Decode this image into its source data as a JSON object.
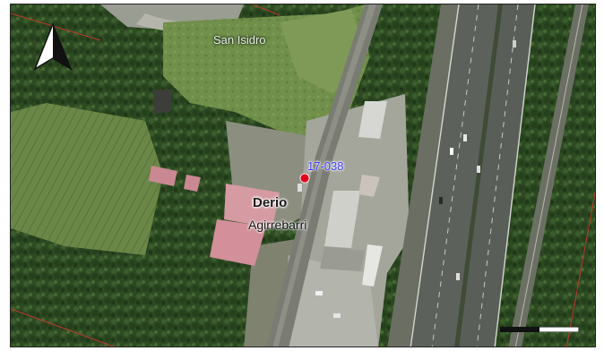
{
  "map": {
    "labels": {
      "san_isidro": "San Isidro",
      "derio": "Derio",
      "agirrebarri": "Agirrebarri",
      "marker": "17-038"
    },
    "colors": {
      "marker": "#e3001b",
      "marker_label": "#3a3aff",
      "boundary": "#c0392b"
    },
    "icons": [
      "north-arrow-icon",
      "location-marker-icon",
      "scale-bar-icon"
    ]
  }
}
